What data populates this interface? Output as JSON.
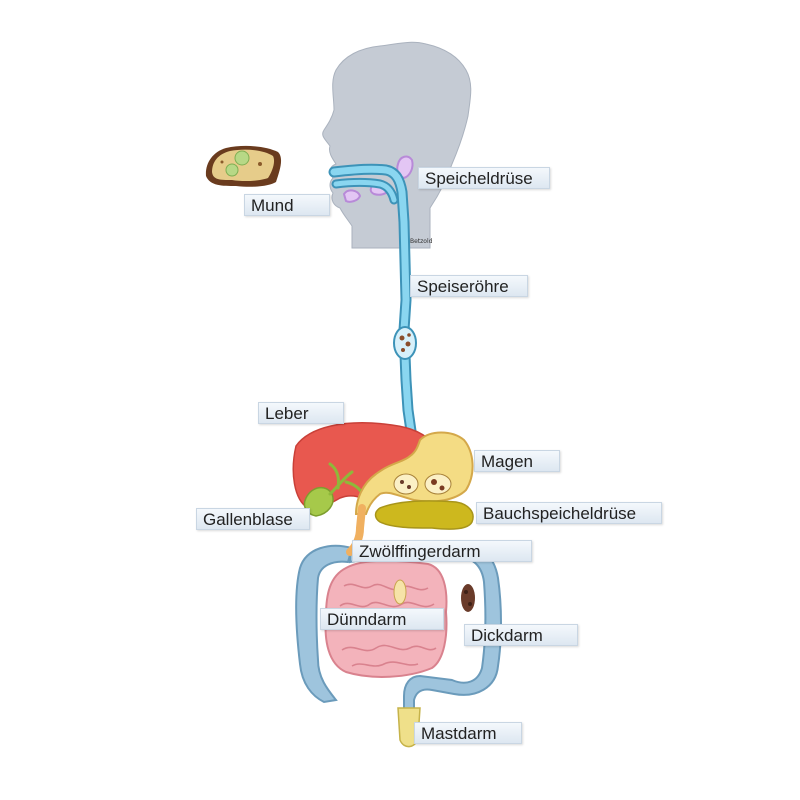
{
  "brand": "Betzold",
  "labels": {
    "mund": "Mund",
    "speicheldruese": "Speicheldrüse",
    "speiseroehre": "Speiseröhre",
    "leber": "Leber",
    "magen": "Magen",
    "gallenblase": "Gallenblase",
    "bauchspeicheldruese": "Bauchspeicheldrüse",
    "zwoelffingerdarm": "Zwölffingerdarm",
    "duenndarm": "Dünndarm",
    "dickdarm": "Dickdarm",
    "mastdarm": "Mastdarm"
  },
  "colors": {
    "head": "#c5cbd4",
    "esophagus": "#7fd0ec",
    "liver": "#e8584f",
    "stomach": "#f4dc84",
    "pancreas": "#cdb81e",
    "gallbladder": "#a6c94a",
    "small_intestine": "#f0a5ad",
    "large_intestine": "#9ec4dd",
    "rectum": "#efe08a",
    "salivary_gland": "#b88ad8"
  }
}
